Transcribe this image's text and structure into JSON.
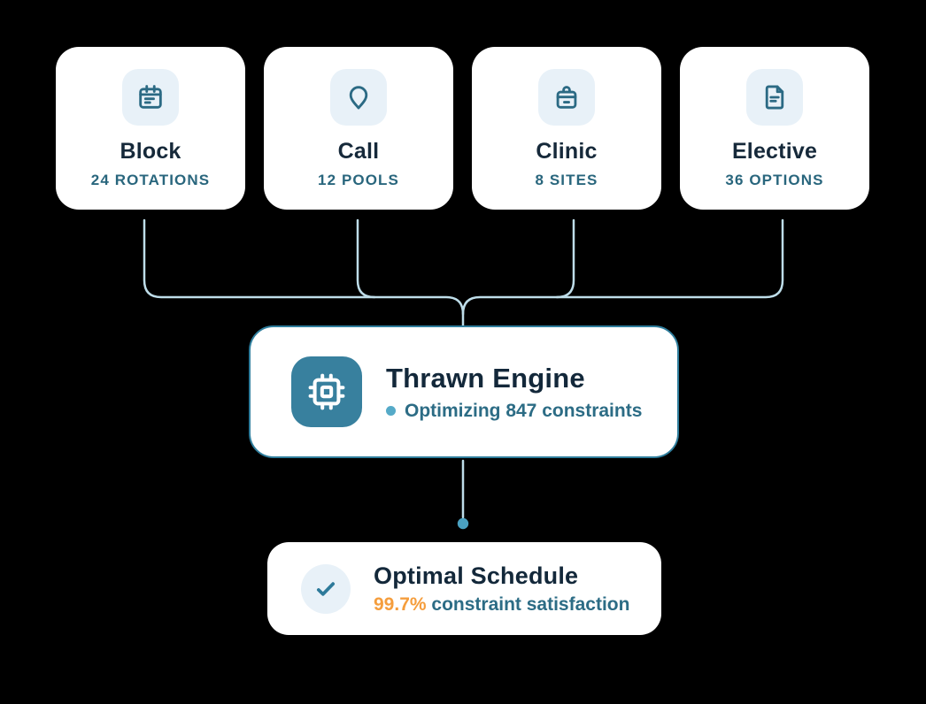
{
  "inputs": [
    {
      "label": "Block",
      "stat": "24 ROTATIONS",
      "icon": "calendar-icon"
    },
    {
      "label": "Call",
      "stat": "12 POOLS",
      "icon": "pin-icon"
    },
    {
      "label": "Clinic",
      "stat": "8 SITES",
      "icon": "bag-icon"
    },
    {
      "label": "Elective",
      "stat": "36 OPTIONS",
      "icon": "file-text-icon"
    }
  ],
  "engine": {
    "title": "Thrawn Engine",
    "status": "Optimizing 847 constraints",
    "icon": "cpu-icon"
  },
  "result": {
    "title": "Optimal Schedule",
    "highlight": "99.7%",
    "caption": "constraint satisfaction",
    "icon": "check-icon"
  },
  "colors": {
    "background": "#000000",
    "card_bg": "#ffffff",
    "icon_tile_bg": "#e8f1f8",
    "icon_stroke": "#2b6a84",
    "title_dark": "#13283a",
    "stat_teal": "#29667d",
    "connector_blue": "#bedde9",
    "engine_border": "#2f7e9d",
    "engine_icon_bg": "#38809e",
    "status_dot": "#55aac8",
    "flow_dot": "#4aa1c1",
    "highlight_orange": "#f59d3c"
  }
}
